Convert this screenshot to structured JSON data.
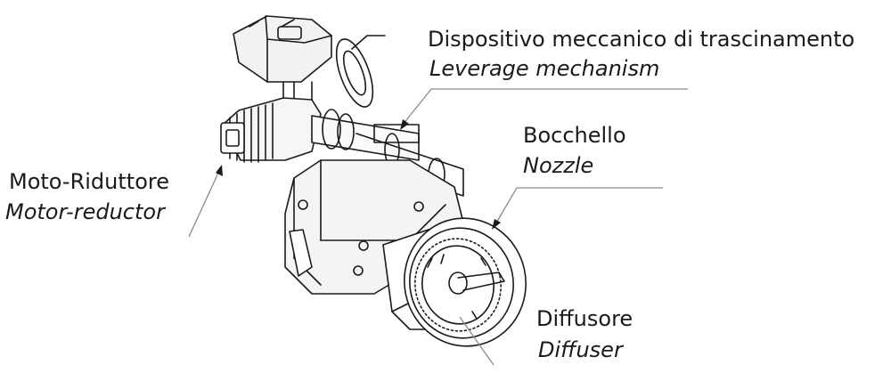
{
  "labels": {
    "leverage": {
      "it": "Dispositivo meccanico di trascinamento",
      "en": "Leverage mechanism"
    },
    "nozzle": {
      "it": "Bocchello",
      "en": "Nozzle"
    },
    "motor": {
      "it": "Moto-Riduttore",
      "en": "Motor-reductor"
    },
    "diffuser": {
      "it": "Diffusore",
      "en": "Diffuser"
    }
  },
  "colors": {
    "ink": "#1a1a1a",
    "leader": "#8a8a8a"
  }
}
